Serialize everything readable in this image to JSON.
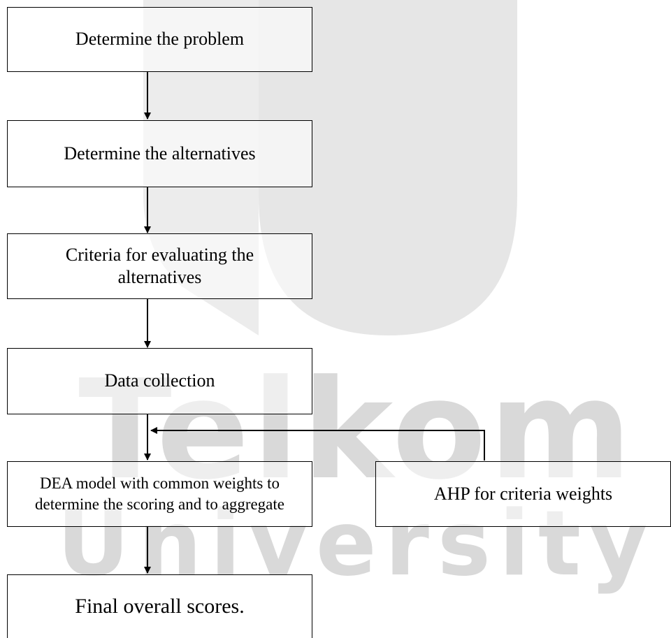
{
  "watermark": {
    "brand": "Telkom",
    "subtitle": "University",
    "color": "#d9d9d9"
  },
  "flowchart": {
    "steps": {
      "problem": "Determine the problem",
      "alternatives": "Determine the alternatives",
      "criteria": "Criteria for evaluating the alternatives",
      "data": "Data collection",
      "dea": "DEA model with common weights to determine the scoring and  to aggregate",
      "final": "Final overall scores."
    },
    "side_input": {
      "ahp": "AHP for criteria weights"
    },
    "line_color": "#000000"
  }
}
